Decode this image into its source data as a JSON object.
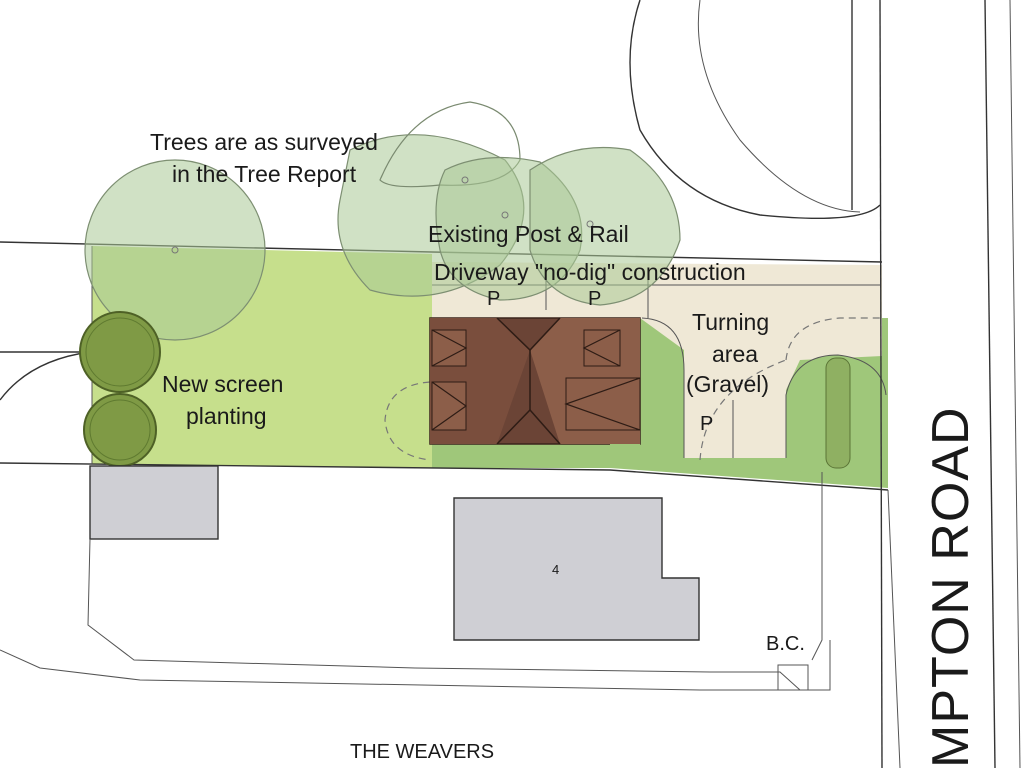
{
  "labels": {
    "tree_note_line1": "Trees are as surveyed",
    "tree_note_line2": "in the Tree Report",
    "post_rail": "Existing Post & Rail",
    "driveway": "Driveway \"no-dig\" construction",
    "turning_line1": "Turning",
    "turning_line2": "area",
    "turning_line3": "(Gravel)",
    "screen_line1": "New screen",
    "screen_line2": "planting",
    "parking_mark": "P",
    "house_number": "4",
    "bin_store": "B.C.",
    "road_east": "MPTON ROAD",
    "road_south": "THE WEAVERS"
  },
  "colors": {
    "lawn": "#c6df8c",
    "grass": "#9fc77a",
    "gravel": "#efe8d6",
    "roof_dark": "#6b4436",
    "roof_light": "#8c5e49",
    "neighbour_building": "#cfcfd4",
    "screen_tree": "#7f9a45",
    "tree_canopy": "#b8cfa7"
  },
  "parking_spaces_shown": 3
}
